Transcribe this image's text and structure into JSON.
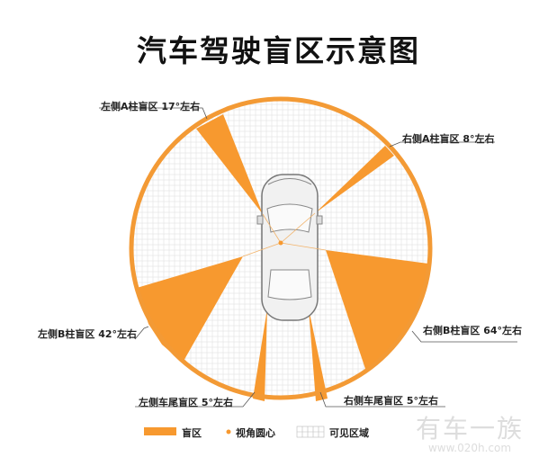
{
  "title": "汽车驾驶盲区示意图",
  "colors": {
    "blind": "#f7992f",
    "ring": "#f39a35",
    "grid": "#dcdcdc",
    "sight": "#f2b36a"
  },
  "labels": {
    "left_a": "左侧A柱盲区 17°左右",
    "right_a": "右侧A柱盲区 8°左右",
    "left_b": "左侧B柱盲区 42°左右",
    "right_b": "右侧B柱盲区 64°左右",
    "left_rear": "左侧车尾盲区 5°左右",
    "right_rear": "右侧车尾盲区 5°左右"
  },
  "legend": {
    "blind": "盲区",
    "eye": "视角圆心",
    "visible": "可见区域"
  },
  "watermark": {
    "name": "有车一族",
    "url": "www.020h.com"
  }
}
